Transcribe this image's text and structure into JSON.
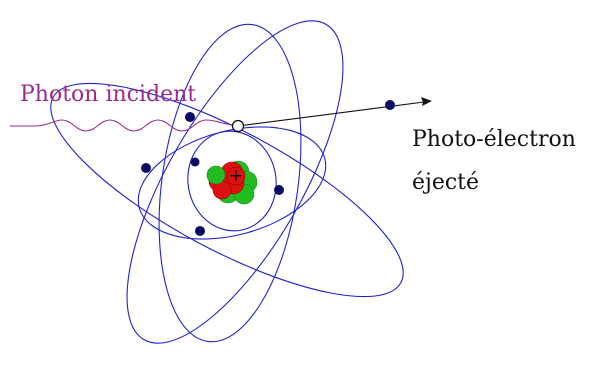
{
  "labels": {
    "photon": "Photon incident",
    "electron_line1": "Photo-électron",
    "electron_line2": "éjecté"
  },
  "nucleus": {
    "proton_symbol": "+"
  },
  "colors": {
    "orbit": "#2222cc",
    "photon": "#9b2a8e",
    "electron": "#0a0a66",
    "ejected_electron": "#ffffff",
    "proton": "#dd1111",
    "neutron": "#22bb22",
    "text": "#111111",
    "arrow": "#111111"
  },
  "icons": {
    "nucleus": "atom-nucleus-icon",
    "electron": "electron-dot-icon",
    "photon": "wavy-photon-icon"
  }
}
